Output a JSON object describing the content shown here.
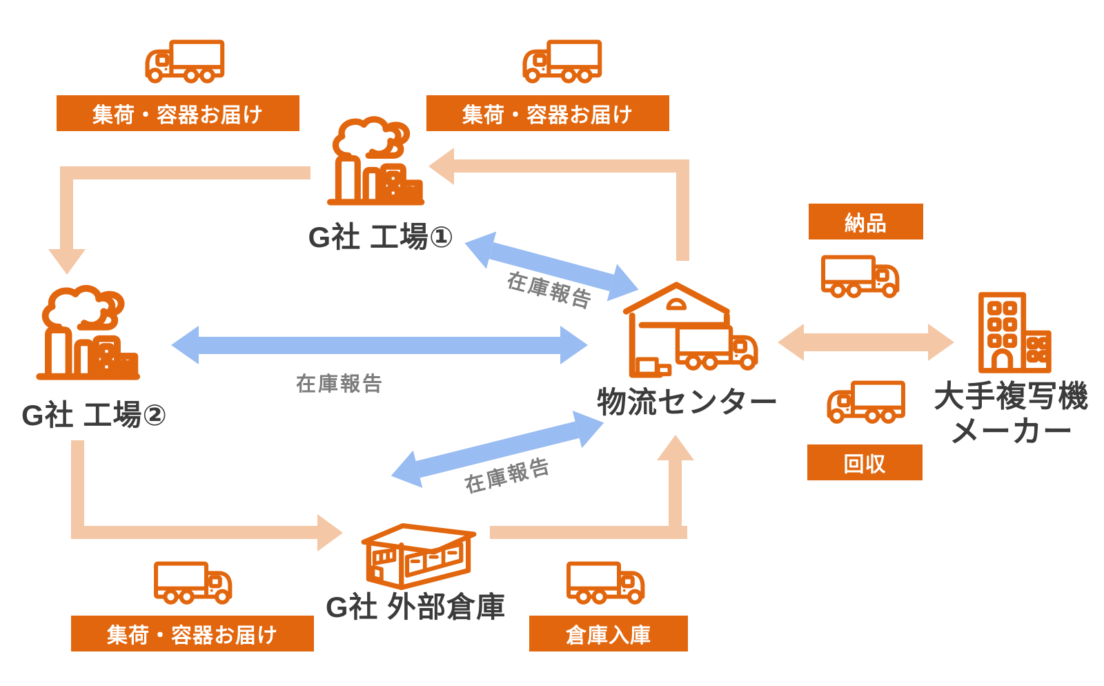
{
  "nodes": {
    "factory1": {
      "label": "G社 工場①"
    },
    "factory2": {
      "label": "G社 工場②"
    },
    "external_warehouse": {
      "label": "G社 外部倉庫"
    },
    "logistics_center": {
      "label": "物流センター"
    },
    "manufacturer": {
      "line1": "大手複写機",
      "line2": "メーカー"
    }
  },
  "badges": {
    "pickup_top_left": "集荷・容器お届け",
    "pickup_top_center": "集荷・容器お届け",
    "pickup_bottom_left": "集荷・容器お届け",
    "delivery": "納品",
    "collection": "回収",
    "warehouse_inbound": "倉庫入庫"
  },
  "flow_labels": {
    "factory1_lc": "在庫報告",
    "factory2_lc": "在庫報告",
    "warehouse_lc": "在庫報告"
  },
  "icons": {
    "truck": "truck-icon",
    "factory": "factory-icon",
    "warehouse_truck": "warehouse-truck-icon",
    "iso_warehouse": "warehouse-building-icon",
    "office_buildings": "office-buildings-icon"
  },
  "colors": {
    "orange": "#E2660E",
    "peach": "#F4C7A6",
    "blue": "#99BCF2",
    "gray_text": "#7C7C7C",
    "dark_text": "#3B3B3B"
  }
}
